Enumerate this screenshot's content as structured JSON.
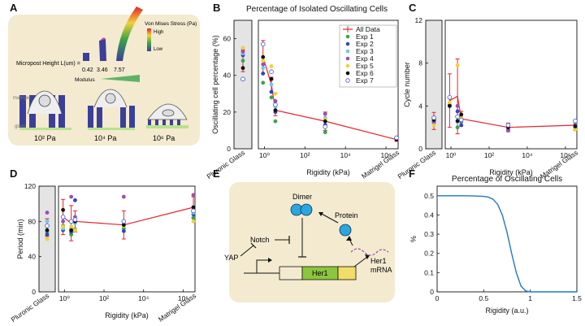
{
  "panel_labels": [
    "A",
    "B",
    "C",
    "D",
    "E",
    "F"
  ],
  "colors": {
    "tan_bg": "#f3ead0",
    "mean_red": "#e8232a",
    "exp": [
      "#3aa44a",
      "#3346b5",
      "#78c4e6",
      "#9a4fae",
      "#f2cf3a",
      "#111111",
      "#ffffff"
    ],
    "exp_edge": [
      "none",
      "none",
      "none",
      "none",
      "none",
      "none",
      "#3b53d6"
    ],
    "curve_blue": "#1f78c8",
    "gray_box": "#e4e4e4"
  },
  "panelA": {
    "height_label": "Micropost Height L(um) =",
    "heights": [
      "0.42",
      "3.46",
      "7.57"
    ],
    "stress_title": "Von Mises Stress (Pa)",
    "stress_high": "High",
    "stress_low": "Low",
    "modulus_label": "Modulus",
    "matrigel_label": "matrigel",
    "glass_label": "glass",
    "pa_labels": [
      "10² Pa",
      "10⁴ Pa",
      "10⁶ Pa"
    ]
  },
  "panelE": {
    "dimer": "Dimer",
    "protein": "Protein",
    "notch": "Notch",
    "yap": "YAP",
    "her1": "Her1",
    "her1_mrna": "Her1\nmRNA"
  },
  "chart_data": [
    {
      "id": "B",
      "type": "scatter",
      "title": "Percentage of Isolated Oscillating Cells",
      "xlabel": "Rigidity (kPa)",
      "ylabel": "Oscillating cell percentage (%)",
      "ylim": [
        0,
        70
      ],
      "yticks": [
        "0",
        "20",
        "40",
        "60"
      ],
      "xscale": "log",
      "xticks": [
        "10⁰",
        "10²",
        "10⁴",
        "10⁶"
      ],
      "categorical_ticks": [
        "Pluronic Glass",
        "Matrigel Glass"
      ],
      "legend": [
        "All Data",
        "Exp 1",
        "Exp 2",
        "Exp 3",
        "Exp 4",
        "Exp 5",
        "Exp 6",
        "Exp 7"
      ],
      "x": [
        "Pluronic Glass",
        0.85,
        2.2,
        3.46,
        1000,
        "Matrigel Glass"
      ],
      "mean": [
        48,
        50,
        35,
        21,
        15,
        5
      ],
      "err": [
        6,
        9,
        4,
        3,
        5,
        1
      ],
      "series": [
        {
          "name": "Exp 1",
          "values": [
            48,
            36,
            28,
            15,
            9,
            5
          ]
        },
        {
          "name": "Exp 2",
          "values": [
            51,
            41,
            31,
            20,
            13,
            5
          ]
        },
        {
          "name": "Exp 3",
          "values": [
            52,
            44,
            35,
            23,
            17,
            5
          ]
        },
        {
          "name": "Exp 4",
          "values": [
            53,
            46,
            38,
            26,
            19,
            5
          ]
        },
        {
          "name": "Exp 5",
          "values": [
            55,
            48,
            45,
            30,
            16,
            5
          ]
        },
        {
          "name": "Exp 6",
          "values": [
            44,
            50,
            38,
            21,
            15,
            5
          ]
        },
        {
          "name": "Exp 7",
          "values": [
            38,
            57,
            42,
            24,
            12,
            6
          ]
        }
      ]
    },
    {
      "id": "C",
      "type": "scatter",
      "title": "",
      "xlabel": "Rigidity (kPa)",
      "ylabel": "Cycle number",
      "ylim": [
        0,
        12
      ],
      "yticks": [
        "0",
        "4",
        "8",
        "12"
      ],
      "xscale": "log",
      "xticks": [
        "10⁰",
        "10²",
        "10⁴",
        "10⁶"
      ],
      "categorical_ticks": [
        "Pluronic Glass",
        "Matrigel Glass"
      ],
      "x": [
        "Pluronic Glass",
        0.85,
        2.2,
        3.46,
        1000,
        "Matrigel Glass"
      ],
      "mean": [
        2.6,
        4.5,
        4.9,
        2.8,
        2.0,
        2.2
      ],
      "err": [
        0.8,
        2.5,
        3.5,
        0.7,
        0.4,
        0.5
      ],
      "series": [
        {
          "name": "Exp 1",
          "values": [
            2.4,
            4.0,
            2.0,
            2.5,
            2.0,
            2.3
          ]
        },
        {
          "name": "Exp 2",
          "values": [
            2.6,
            4.0,
            3.5,
            2.2,
            1.8,
            2.0
          ]
        },
        {
          "name": "Exp 3",
          "values": [
            2.8,
            4.2,
            2.5,
            2.8,
            2.1,
            2.5
          ]
        },
        {
          "name": "Exp 4",
          "values": [
            2.5,
            4.1,
            4.0,
            2.6,
            1.7,
            2.2
          ]
        },
        {
          "name": "Exp 5",
          "values": [
            2.2,
            4.3,
            7.8,
            3.0,
            2.0,
            1.8
          ]
        },
        {
          "name": "Exp 6",
          "values": [
            2.7,
            4.0,
            2.6,
            3.2,
            2.0,
            2.1
          ]
        },
        {
          "name": "Exp 7",
          "values": [
            2.9,
            4.8,
            3.0,
            2.7,
            2.2,
            2.6
          ]
        }
      ]
    },
    {
      "id": "D",
      "type": "scatter",
      "title": "",
      "xlabel": "Rigidity (kPa)",
      "ylabel": "Period (min)",
      "ylim": [
        0,
        120
      ],
      "yticks": [
        "0",
        "40",
        "80",
        "120"
      ],
      "xscale": "log",
      "xticks": [
        "10⁰",
        "10²",
        "10⁴",
        "10⁶"
      ],
      "categorical_ticks": [
        "Pluronic Glass",
        "Matrigel Glass"
      ],
      "x": [
        "Pluronic Glass",
        0.85,
        2.2,
        3.46,
        1000,
        "Matrigel Glass"
      ],
      "mean": [
        73,
        85,
        78,
        80,
        76,
        96
      ],
      "err": [
        10,
        20,
        20,
        12,
        16,
        12
      ],
      "series": [
        {
          "name": "Exp 1",
          "values": [
            68,
            75,
            65,
            71,
            72,
            84
          ]
        },
        {
          "name": "Exp 2",
          "values": [
            65,
            70,
            68,
            104,
            69,
            88
          ]
        },
        {
          "name": "Exp 3",
          "values": [
            80,
            72,
            72,
            78,
            78,
            90
          ]
        },
        {
          "name": "Exp 4",
          "values": [
            90,
            80,
            108,
            85,
            108,
            110
          ]
        },
        {
          "name": "Exp 5",
          "values": [
            60,
            74,
            74,
            70,
            75,
            80
          ]
        },
        {
          "name": "Exp 6",
          "values": [
            70,
            93,
            70,
            80,
            76,
            96
          ]
        },
        {
          "name": "Exp 7",
          "values": [
            75,
            85,
            80,
            82,
            80,
            92
          ]
        }
      ]
    },
    {
      "id": "F",
      "type": "line",
      "title": "Percentage of Oscillating Cells",
      "xlabel": "Rigidity (a.u.)",
      "ylabel": "%",
      "xlim": [
        0,
        1.5
      ],
      "ylim": [
        0,
        0.55
      ],
      "xticks": [
        "0",
        "0.5",
        "1",
        "1.5"
      ],
      "yticks": [
        "0",
        "0.1",
        "0.2",
        "0.3",
        "0.4",
        "0.5"
      ],
      "x": [
        0,
        0.1,
        0.2,
        0.3,
        0.4,
        0.5,
        0.55,
        0.6,
        0.65,
        0.7,
        0.75,
        0.8,
        0.85,
        0.9,
        0.95,
        1.0,
        1.5
      ],
      "series": [
        {
          "values": [
            0.5,
            0.5,
            0.5,
            0.5,
            0.499,
            0.497,
            0.493,
            0.482,
            0.455,
            0.4,
            0.31,
            0.2,
            0.1,
            0.03,
            0.005,
            0.0,
            0.0
          ]
        }
      ]
    }
  ]
}
